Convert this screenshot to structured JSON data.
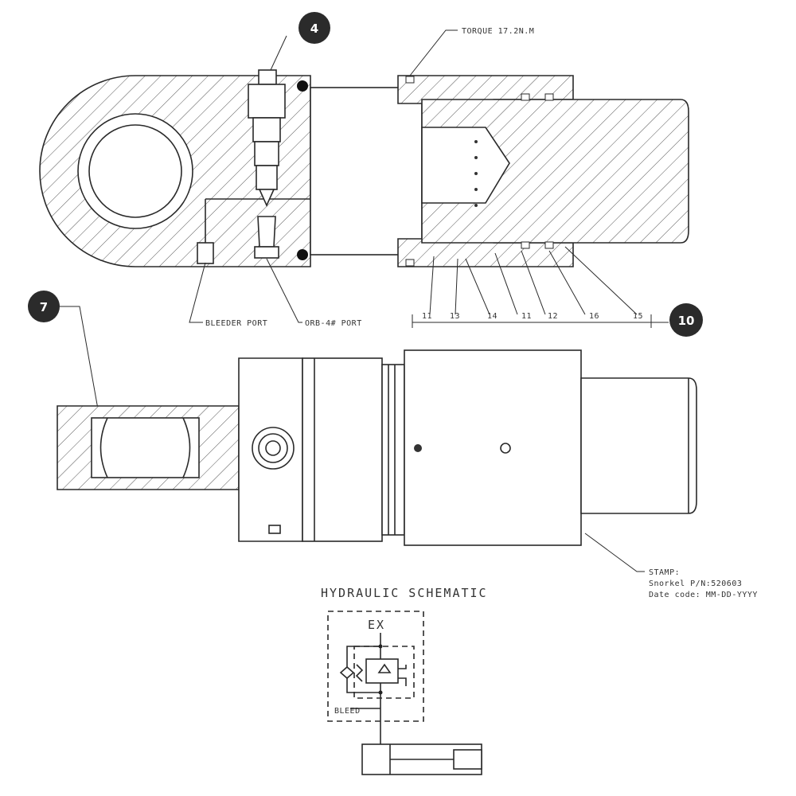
{
  "callouts": {
    "c4": "4",
    "c7": "7",
    "c10": "10"
  },
  "labels": {
    "torque": "TORQUE 17.2N.M",
    "bleeder_port": "BLEEDER PORT",
    "orb_port": "ORB-4# PORT",
    "stamp_line1": "STAMP:",
    "stamp_line2": "Snorkel P/N:520603",
    "stamp_line3": "Date code: MM-DD-YYYY",
    "schematic_title": "HYDRAULIC SCHEMATIC",
    "schematic_ex": "EX",
    "schematic_bleed": "BLEED"
  },
  "part_numbers": [
    "11",
    "13",
    "14",
    "11",
    "12",
    "16",
    "15"
  ],
  "colors": {
    "ink": "#2a2a2a",
    "callout_fill": "#2b2b2b",
    "background": "#ffffff"
  }
}
